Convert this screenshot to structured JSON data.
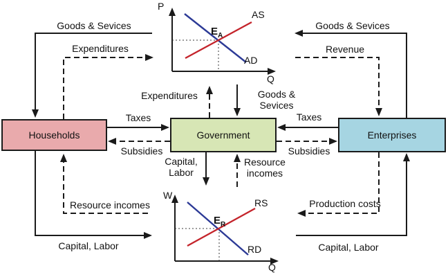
{
  "colors": {
    "households_fill": "#e9aaac",
    "government_fill": "#d7e6b5",
    "enterprises_fill": "#a6d5e2",
    "supply_curve": "#c4242b",
    "demand_curve": "#2c3a96",
    "line": "#1a1a1a"
  },
  "boxes": {
    "households": "Households",
    "government": "Government",
    "enterprises": "Enterprises"
  },
  "charts": {
    "top": {
      "type": "line",
      "y_axis_label": "P",
      "x_axis_label": "Q",
      "supply_label": "AS",
      "demand_label": "AD",
      "equilibrium_label": "E",
      "equilibrium_sub": "A"
    },
    "bottom": {
      "type": "line",
      "y_axis_label": "W",
      "x_axis_label": "Q",
      "supply_label": "RS",
      "demand_label": "RD",
      "equilibrium_label": "E",
      "equilibrium_sub": "R"
    }
  },
  "flows": {
    "goods_top_left": "Goods & Sevices",
    "expenditures_top_left": "Expenditures",
    "goods_top_right": "Goods & Sevices",
    "revenue": "Revenue",
    "expenditures_mid": "Expenditures",
    "goods_mid_l1": "Goods &",
    "goods_mid_l2": "Sevices",
    "taxes_left": "Taxes",
    "subsidies_left": "Subsidies",
    "taxes_right": "Taxes",
    "subsidies_right": "Subsidies",
    "capital_gov_l1": "Capital,",
    "capital_gov_l2": "Labor",
    "resource_gov_l1": "Resource",
    "resource_gov_l2": "incomes",
    "resource_bottom_left": "Resource incomes",
    "capital_bottom_left": "Capital, Labor",
    "production_costs": "Production costs",
    "capital_bottom_right": "Capital, Labor"
  }
}
